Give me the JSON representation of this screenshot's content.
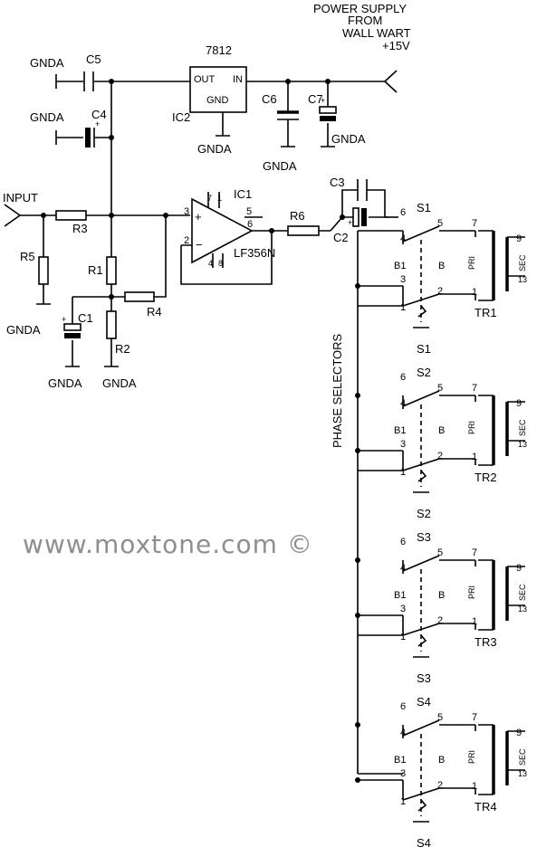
{
  "power": {
    "line1": "POWER SUPPLY",
    "line2": "FROM",
    "line3": "WALL WART",
    "line4": "+15V"
  },
  "regulator": {
    "part": "7812",
    "ref": "IC2",
    "out": "OUT",
    "in": "IN",
    "gnd": "GND"
  },
  "opamp": {
    "ref": "IC1",
    "part": "LF356N",
    "pins": [
      "7",
      "1",
      "3",
      "5",
      "6",
      "2",
      "4",
      "8"
    ]
  },
  "caps": {
    "c1": "C1",
    "c2": "C2",
    "c3": "C3",
    "c4": "C4",
    "c5": "C5",
    "c6": "C6",
    "c7": "C7"
  },
  "resistors": {
    "r1": "R1",
    "r2": "R2",
    "r3": "R3",
    "r4": "R4",
    "r5": "R5",
    "r6": "R6"
  },
  "input_label": "INPUT",
  "ground_label": "GNDA",
  "phase_label": "PHASE SELECTORS",
  "watermark": "www.moxtone.com ©",
  "channels": [
    {
      "switch": "S1",
      "transformer": "TR1",
      "pins": {
        "p6": "6",
        "p5": "5",
        "p4": "4",
        "b1": "B1",
        "b": "B",
        "p3": "3",
        "p2": "2",
        "p1": "1"
      },
      "tr_pins": {
        "t7": "7",
        "t1": "1",
        "t9": "9",
        "t13": "13",
        "pri": "PRI",
        "sec": "SEC"
      }
    },
    {
      "switch": "S2",
      "transformer": "TR2",
      "pins": {
        "p6": "6",
        "p5": "5",
        "p4": "4",
        "b1": "B1",
        "b": "B",
        "p3": "3",
        "p2": "2",
        "p1": "1"
      },
      "tr_pins": {
        "t7": "7",
        "t1": "1",
        "t9": "9",
        "t13": "13",
        "pri": "PRI",
        "sec": "SEC"
      }
    },
    {
      "switch": "S3",
      "transformer": "TR3",
      "pins": {
        "p6": "6",
        "p5": "5",
        "p4": "4",
        "b1": "B1",
        "b": "B",
        "p3": "3",
        "p2": "2",
        "p1": "1"
      },
      "tr_pins": {
        "t7": "7",
        "t1": "1",
        "t9": "9",
        "t13": "13",
        "pri": "PRI",
        "sec": "SEC"
      }
    },
    {
      "switch": "S4",
      "transformer": "TR4",
      "pins": {
        "p6": "6",
        "p5": "5",
        "p4": "4",
        "b1": "B1",
        "b": "B",
        "p3": "3",
        "p2": "2",
        "p1": "1"
      },
      "tr_pins": {
        "t7": "7",
        "t1": "1",
        "t9": "9",
        "t13": "13",
        "pri": "PRI",
        "sec": "SEC"
      }
    }
  ]
}
